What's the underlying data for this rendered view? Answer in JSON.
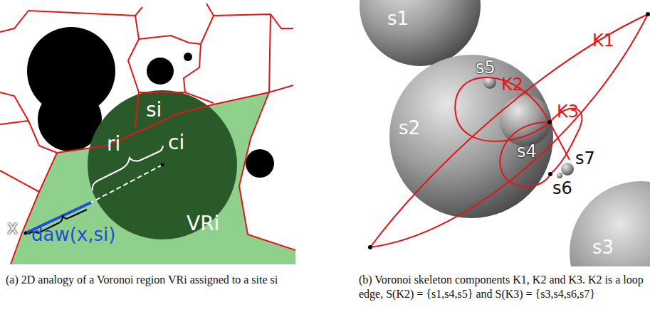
{
  "diagram": {
    "labels": [
      "si",
      "ri",
      "ci",
      "x",
      "daw(x,si)",
      "VRi",
      "(a) 2D analogy of a Voronoi region VRi assigned to a site si",
      "s1",
      "s2",
      "s3",
      "s4",
      "s5",
      "s6",
      "s7",
      "K1",
      "K2",
      "K3",
      "(b) Voronoi skeleton components K1, K2 and K3. K2 is a loop edge, S(K2) = {s1,s4,s5} and S(K3) = {s3,s4,s6,s7}"
    ]
  }
}
